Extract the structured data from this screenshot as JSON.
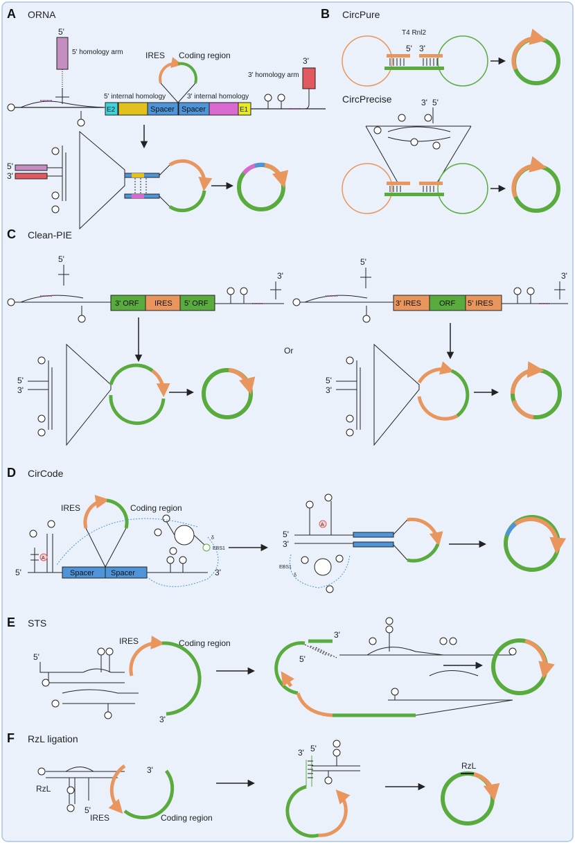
{
  "colors": {
    "panel_bg": "#eaf1fa",
    "panel_border": "#aac4e0",
    "orange": "#e8955e",
    "green": "#5aab3e",
    "blue": "#4d94d8",
    "yellow": "#e2c11e",
    "magenta": "#d968d0",
    "cyan": "#3dd3dd",
    "lime": "#e6ea26",
    "mauve": "#c48fc0",
    "red": "#e05a60",
    "purple_hatch": "#8a3d8a"
  },
  "panels": {
    "A": {
      "letter": "A",
      "title": "ORNA",
      "five_prime": "5'",
      "three_prime": "3'",
      "five_homology_arm": "5' homology arm",
      "three_homology_arm": "3' homology arm",
      "ires": "IRES",
      "coding_region": "Coding region",
      "five_internal_homology": "5' internal homology",
      "three_internal_homology": "3' internal homology",
      "e2": "E2",
      "e1": "E1",
      "spacer": "Spacer"
    },
    "B": {
      "letter": "B",
      "title": "CircPure",
      "enzyme": "T4 Rnl2",
      "five_prime": "5'",
      "three_prime": "3'",
      "title2": "CircPrecise"
    },
    "C": {
      "letter": "C",
      "title": "Clean-PIE",
      "five_prime": "5'",
      "three_prime": "3'",
      "three_orf": "3' ORF",
      "ires": "IRES",
      "five_orf": "5' ORF",
      "three_ires": "3' IRES",
      "orf": "ORF",
      "five_ires": "5' IRES",
      "or": "Or"
    },
    "D": {
      "letter": "D",
      "title": "CirCode",
      "ires": "IRES",
      "coding_region": "Coding region",
      "spacer": "Spacer",
      "ebs1": "EBS1",
      "delta": "δ",
      "a": "A",
      "five_prime": "5'",
      "three_prime": "3'"
    },
    "E": {
      "letter": "E",
      "title": "STS",
      "ires": "IRES",
      "coding_region": "Coding region",
      "five_prime": "5'",
      "three_prime": "3'"
    },
    "F": {
      "letter": "F",
      "title": "RzL ligation",
      "rzl": "RzL",
      "ires": "IRES",
      "coding_region": "Coding region",
      "five_prime": "5'",
      "three_prime": "3'"
    }
  }
}
